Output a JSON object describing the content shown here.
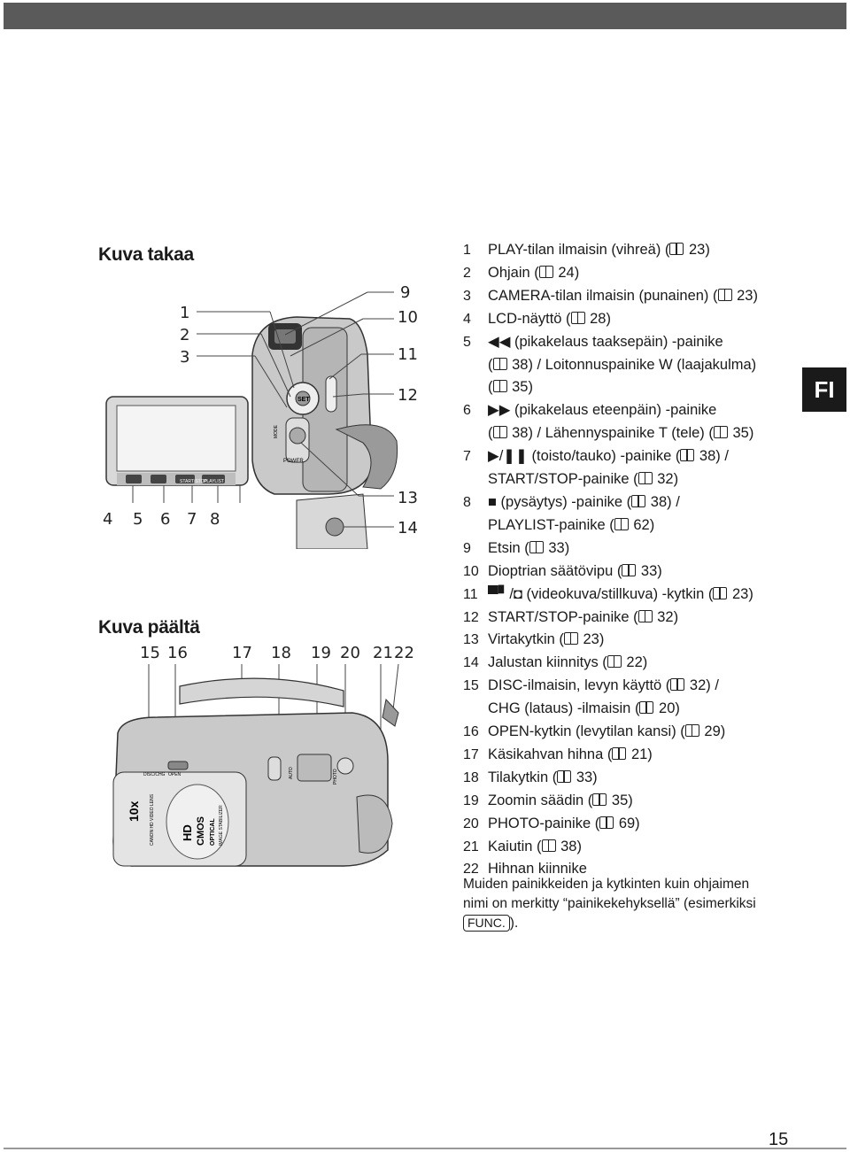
{
  "sidebar_tab": "FI",
  "sections": {
    "back_title": "Kuva takaa",
    "top_title": "Kuva päältä"
  },
  "callouts": {
    "back_left": [
      "1",
      "2",
      "3"
    ],
    "back_bottom": [
      "4",
      "5",
      "6",
      "7",
      "8"
    ],
    "back_right": [
      "9",
      "10",
      "11",
      "12",
      "13",
      "14"
    ],
    "top_row": [
      "15",
      "16",
      "17",
      "18",
      "19",
      "20",
      "21",
      "22"
    ]
  },
  "legend": [
    {
      "n": "1",
      "t": "PLAY-tilan ilmaisin (vihreä) (",
      "p": "23)"
    },
    {
      "n": "2",
      "t": "Ohjain (",
      "p": "24)"
    },
    {
      "n": "3",
      "t": "CAMERA-tilan ilmaisin (punainen) (",
      "p": "23)"
    },
    {
      "n": "4",
      "t": "LCD-näyttö (",
      "p": "28)"
    },
    {
      "n": "5",
      "t": "◀◀ (pikakelaus taaksepäin) -painike"
    },
    {
      "n": "",
      "t": "(",
      "p": "38) / Loitonnuspainike W (laajakulma)"
    },
    {
      "n": "",
      "t": "(",
      "p": "35)"
    },
    {
      "n": "6",
      "t": "▶▶ (pikakelaus eteenpäin) -painike"
    },
    {
      "n": "",
      "t": "(",
      "p": "38) / Lähennyspainike T (tele) ("
    },
    {
      "n": "7",
      "t": "▶/❚❚ (toisto/tauko) -painike (",
      "p": "38) /"
    },
    {
      "n": "",
      "t": "START/STOP-painike (",
      "p": "32)"
    },
    {
      "n": "8",
      "t": "■ (pysäytys) -painike (",
      "p": "38) /"
    },
    {
      "n": "",
      "t": "PLAYLIST-painike (",
      "p": "62)"
    },
    {
      "n": "9",
      "t": "Etsin (",
      "p": "33)"
    },
    {
      "n": "10",
      "t": "Dioptrian säätövipu (",
      "p": "33)"
    },
    {
      "n": "11",
      "t": "▀▘/◘ (videokuva/stillkuva) -kytkin (",
      "p": "23)"
    },
    {
      "n": "12",
      "t": "START/STOP-painike (",
      "p": "32)"
    },
    {
      "n": "13",
      "t": "Virtakytkin (",
      "p": "23)"
    },
    {
      "n": "14",
      "t": "Jalustan kiinnitys (",
      "p": "22)"
    },
    {
      "n": "15",
      "t": "DISC-ilmaisin, levyn käyttö (",
      "p": "32) /"
    },
    {
      "n": "",
      "t": "CHG (lataus) -ilmaisin (",
      "p": "20)"
    },
    {
      "n": "16",
      "t": "OPEN-kytkin (levytilan kansi) (",
      "p": "29)"
    },
    {
      "n": "17",
      "t": "Käsikahvan hihna (",
      "p": "21)"
    },
    {
      "n": "18",
      "t": "Tilakytkin (",
      "p": "33)"
    },
    {
      "n": "19",
      "t": "Zoomin säädin (",
      "p": "35)"
    },
    {
      "n": "20",
      "t": "PHOTO-painike (",
      "p": "69)"
    },
    {
      "n": "21",
      "t": "Kaiutin (",
      "p": "38)"
    },
    {
      "n": "22",
      "t": "Hihnan kiinnike"
    }
  ],
  "legend_extra": {
    "row8_tail": "35)"
  },
  "note": {
    "line1": "Muiden painikkeiden ja kytkinten kuin ohjaimen",
    "line2a": "nimi on merkitty “painikekehyksellä” (esimerkiksi",
    "func": "FUNC.",
    "line3b": ")."
  },
  "illustration_labels": {
    "set": "SET",
    "power": "POWER",
    "mode": "MODE",
    "startstop": "START/STOP",
    "playlist": "PLAYLIST",
    "auto": "AUTO",
    "photo": "PHOTO",
    "open": "OPEN",
    "disc": "DISC/CHG",
    "zoom_lens": "10x",
    "lens_text": "CANON HD VIDEO LENS",
    "hd": "HD",
    "cmos": "CMOS",
    "optical": "OPTICAL",
    "image_stab": "IMAGE STABILIZER"
  },
  "page_number": "15"
}
